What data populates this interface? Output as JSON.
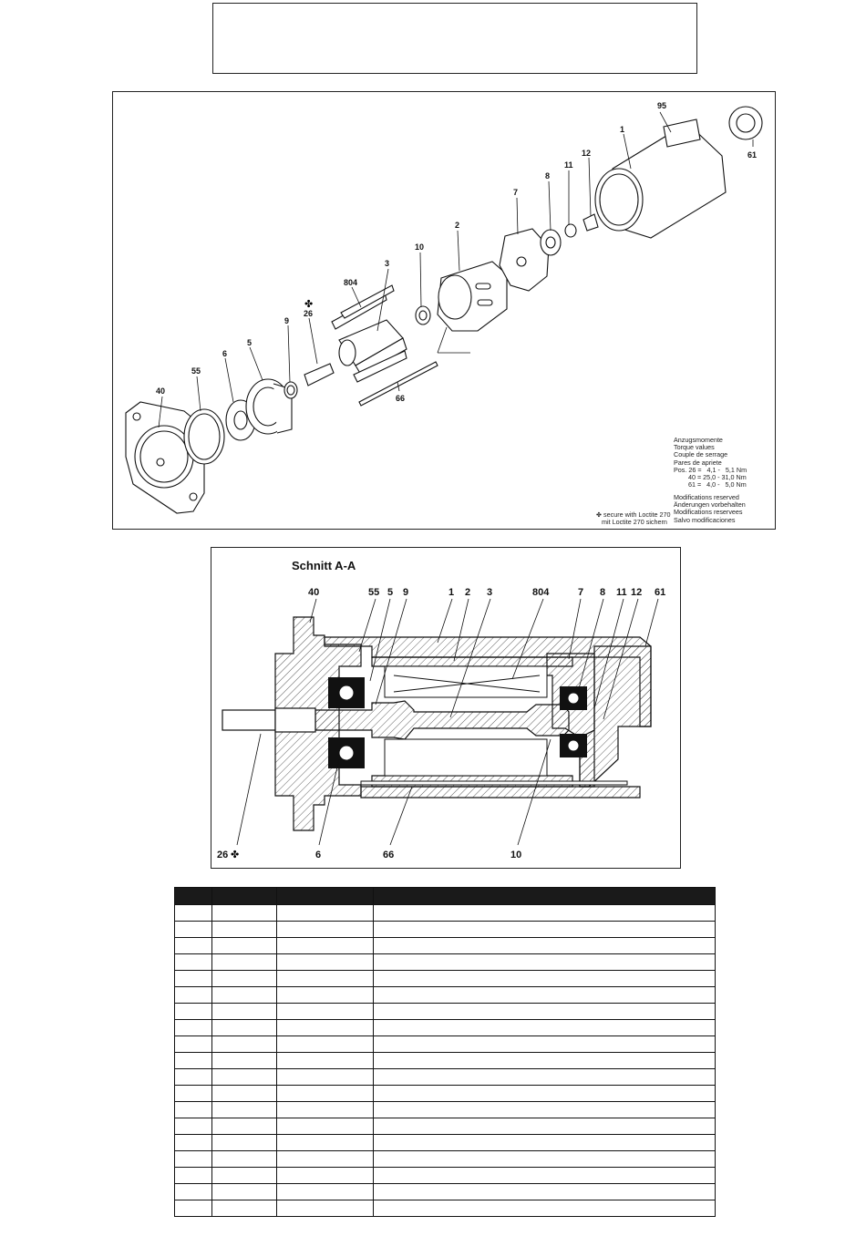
{
  "exploded_view": {
    "callouts": [
      {
        "id": "c95",
        "label": "95"
      },
      {
        "id": "c1",
        "label": "1"
      },
      {
        "id": "c61",
        "label": "61"
      },
      {
        "id": "c12",
        "label": "12"
      },
      {
        "id": "c11",
        "label": "11"
      },
      {
        "id": "c8",
        "label": "8"
      },
      {
        "id": "c7",
        "label": "7"
      },
      {
        "id": "c2",
        "label": "2"
      },
      {
        "id": "c10",
        "label": "10"
      },
      {
        "id": "c3",
        "label": "3"
      },
      {
        "id": "c804",
        "label": "804"
      },
      {
        "id": "c26",
        "label": "26"
      },
      {
        "id": "c9",
        "label": "9"
      },
      {
        "id": "c5",
        "label": "5"
      },
      {
        "id": "c6",
        "label": "6"
      },
      {
        "id": "c55",
        "label": "55"
      },
      {
        "id": "c40",
        "label": "40"
      },
      {
        "id": "c66",
        "label": "66"
      }
    ],
    "torque_notes": [
      "Anzugsmomente",
      "Torque values",
      "Couple de serrage",
      "Pares de apriete",
      "Pos. 26 =   4,1 -   5,1 Nm",
      "        40 = 25,0 - 31,0 Nm",
      "        61 =   4,0 -   5,0 Nm"
    ],
    "modification_notes": [
      "Modifications reserved",
      "Änderungen vorbehalten",
      "Modifications reservees",
      "Salvo modificaciones"
    ],
    "loctite_note": [
      "secure with Loctite 270",
      "mit Loctite 270 sichern"
    ],
    "loctite_symbol": "✤"
  },
  "section_view": {
    "title": "Schnitt A-A",
    "top_labels": [
      "40",
      "55",
      "5",
      "9",
      "1",
      "2",
      "3",
      "804",
      "7",
      "8",
      "11",
      "12",
      "61"
    ],
    "bottom_labels": [
      "26",
      "6",
      "66",
      "10"
    ],
    "loctite_symbol": "✤"
  },
  "parts_table": {
    "header": [
      "",
      "",
      "",
      ""
    ],
    "row_count": 19
  }
}
